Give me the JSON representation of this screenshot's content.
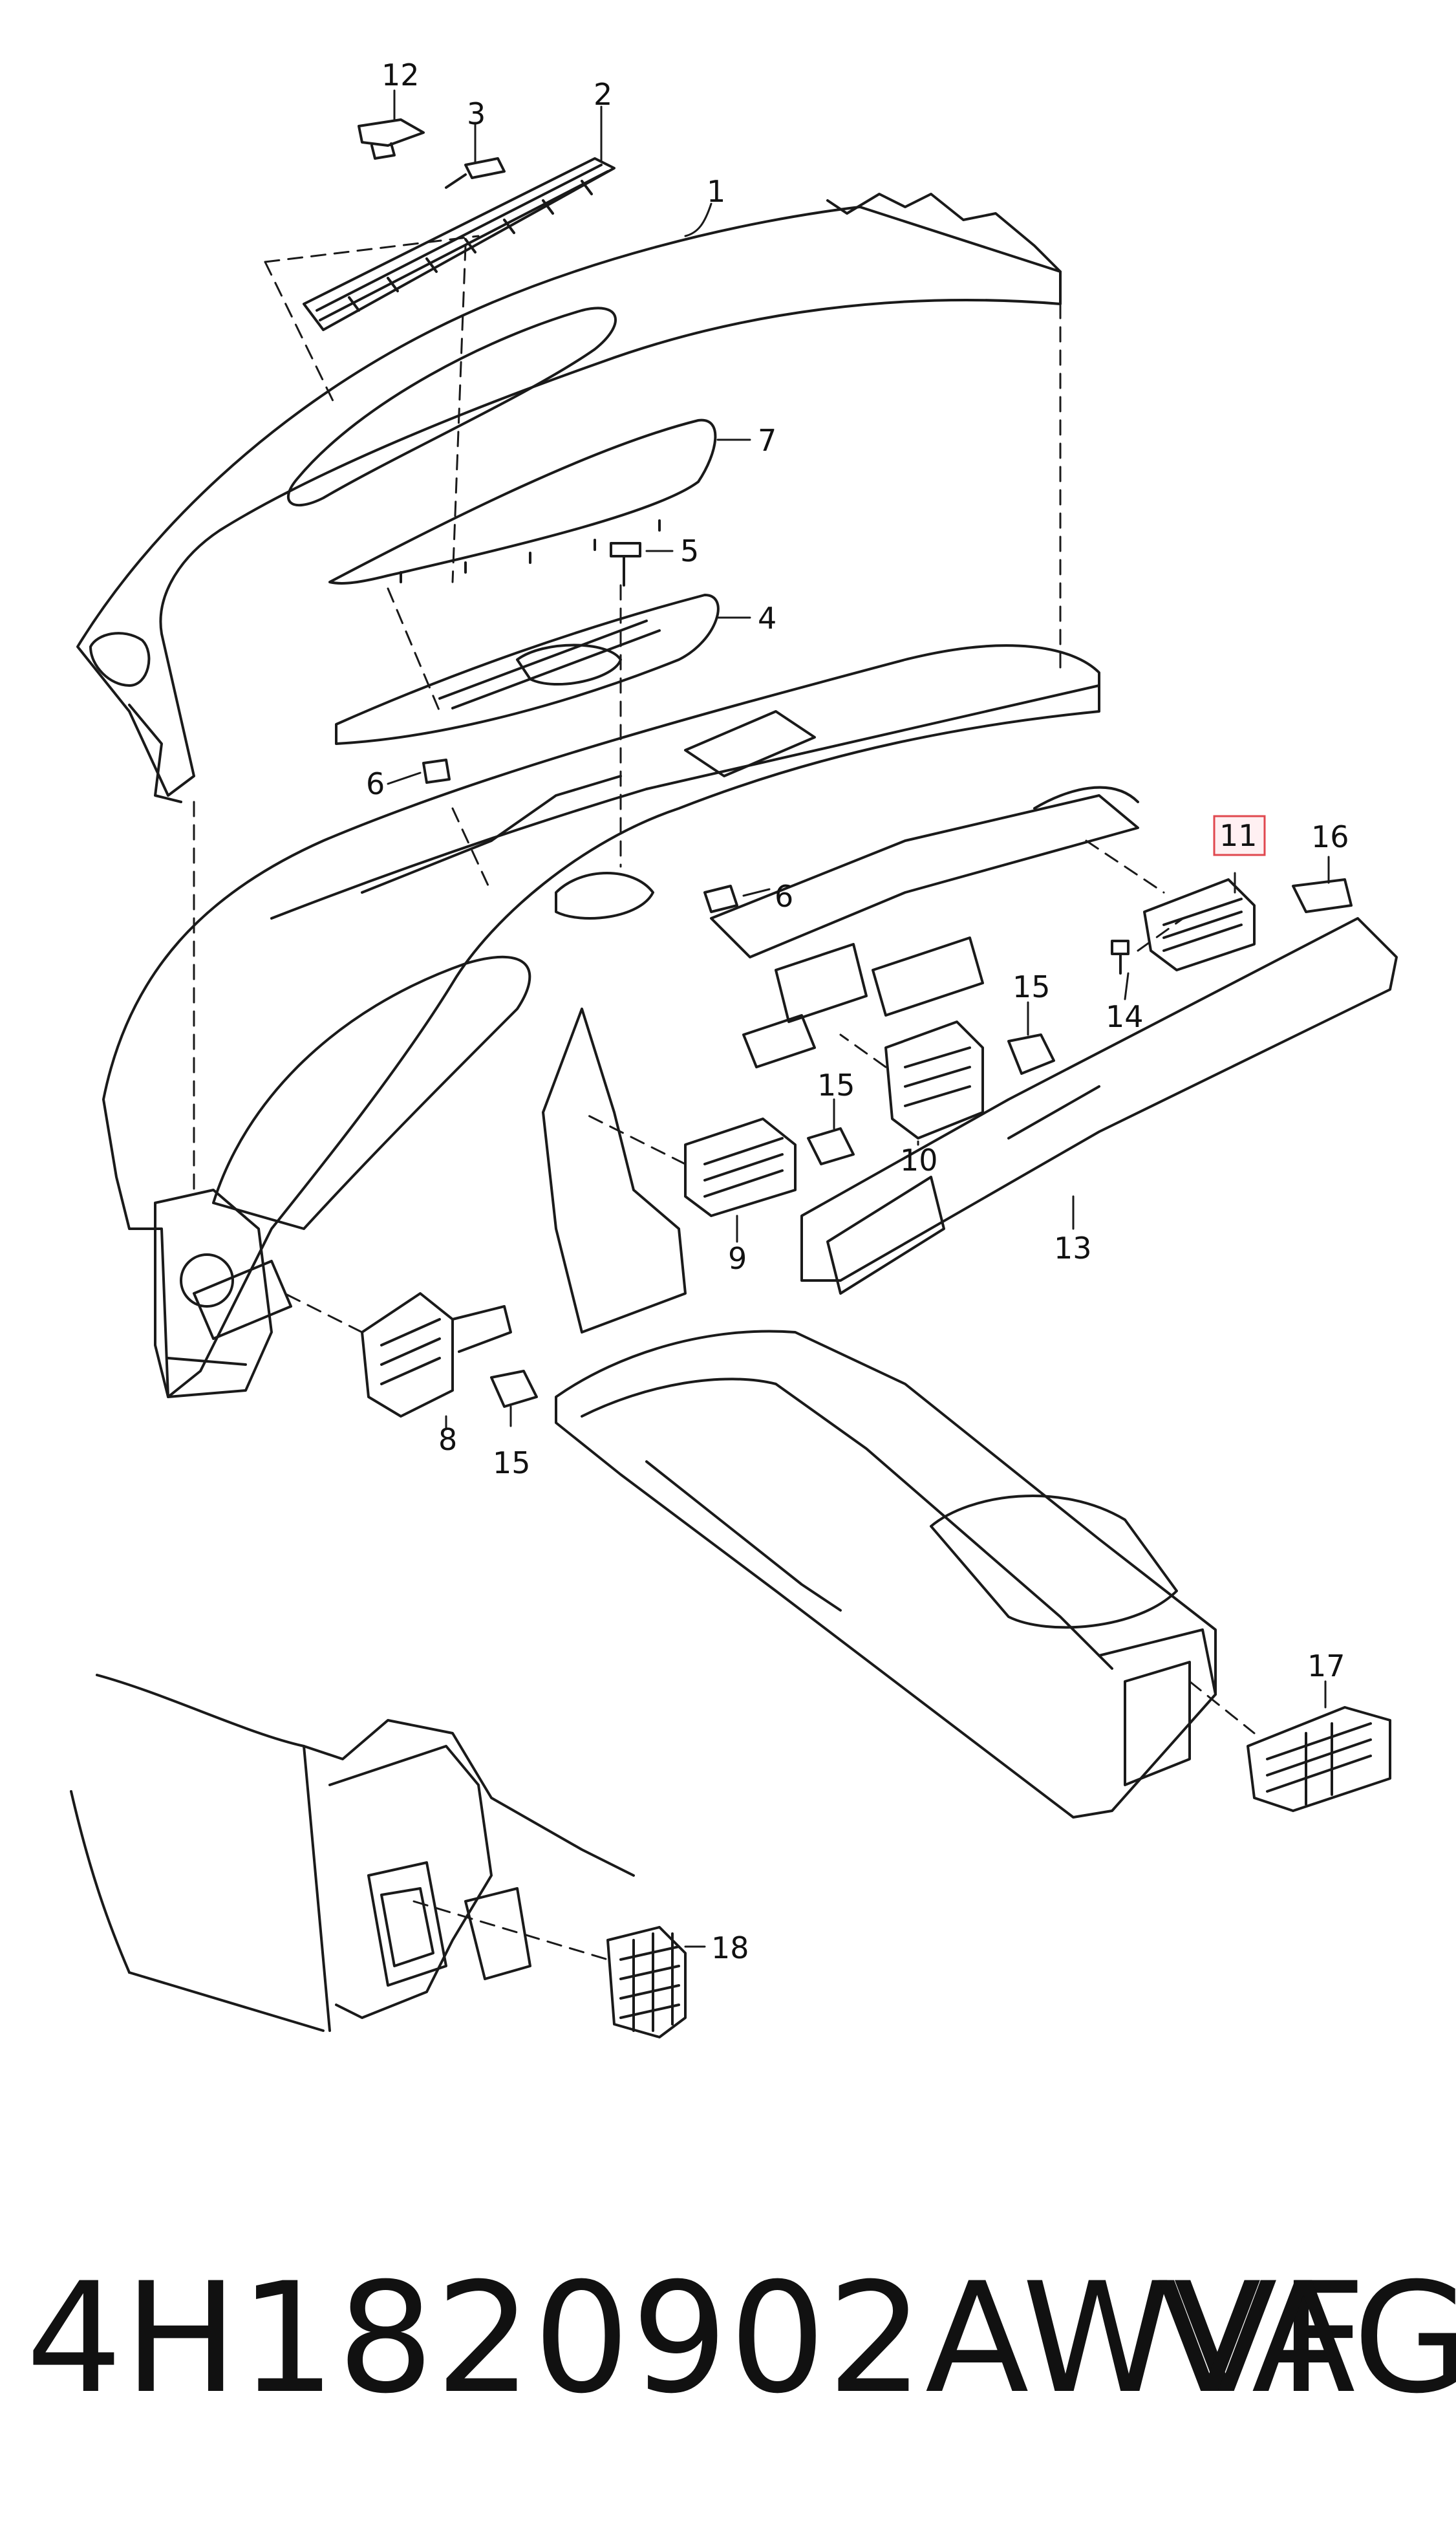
{
  "diagram": {
    "callouts": [
      {
        "id": "c12",
        "label": "12"
      },
      {
        "id": "c3",
        "label": "3"
      },
      {
        "id": "c2",
        "label": "2"
      },
      {
        "id": "c1",
        "label": "1"
      },
      {
        "id": "c7",
        "label": "7"
      },
      {
        "id": "c5",
        "label": "5"
      },
      {
        "id": "c4",
        "label": "4"
      },
      {
        "id": "c6a",
        "label": "6"
      },
      {
        "id": "c6b",
        "label": "6"
      },
      {
        "id": "c11",
        "label": "11"
      },
      {
        "id": "c16",
        "label": "16"
      },
      {
        "id": "c14",
        "label": "14"
      },
      {
        "id": "c15a",
        "label": "15"
      },
      {
        "id": "c15b",
        "label": "15"
      },
      {
        "id": "c10",
        "label": "10"
      },
      {
        "id": "c9",
        "label": "9"
      },
      {
        "id": "c13",
        "label": "13"
      },
      {
        "id": "c8",
        "label": "8"
      },
      {
        "id": "c15c",
        "label": "15"
      },
      {
        "id": "c17",
        "label": "17"
      },
      {
        "id": "c18",
        "label": "18"
      }
    ],
    "highlight_color": "#e0484f",
    "line_color": "#1a1a1a"
  },
  "footer": {
    "part_number": "4H1820902AWVF",
    "brand": "VAG"
  }
}
